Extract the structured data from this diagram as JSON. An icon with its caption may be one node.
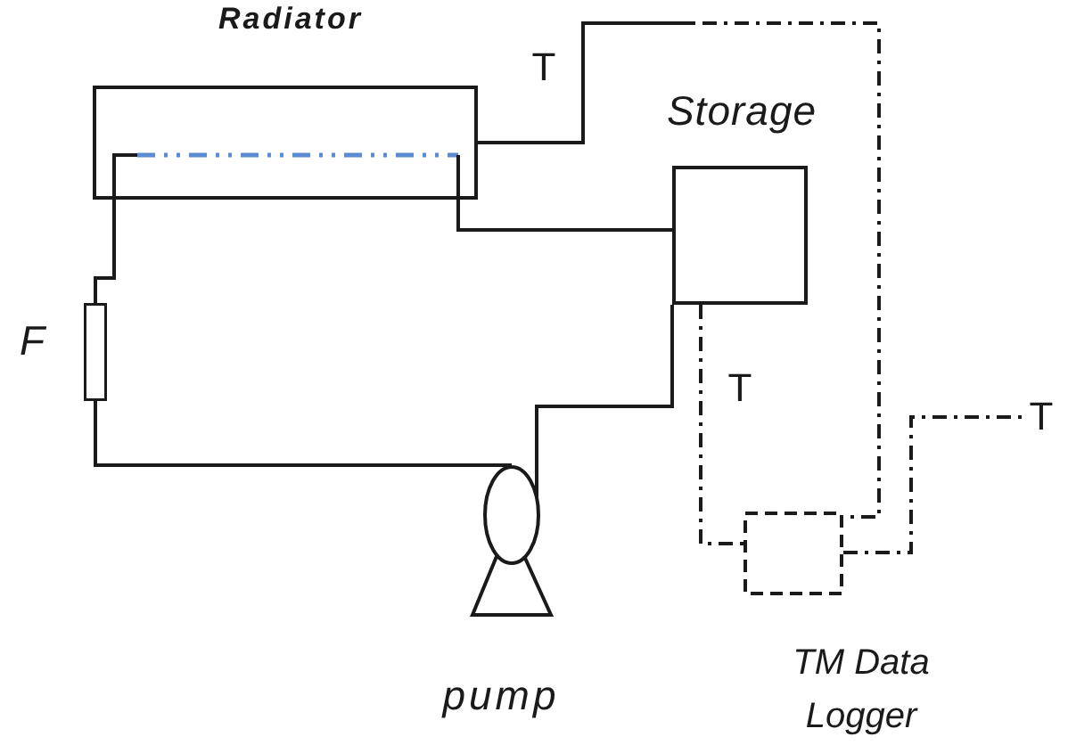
{
  "diagram": {
    "nodes": [
      {
        "text": [
          "Radiator"
        ]
      },
      {
        "text": [
          "Storage"
        ]
      },
      {
        "text": [
          "F"
        ]
      },
      {
        "text": [
          "pump"
        ]
      },
      {
        "text": [
          "TM Data Logger"
        ]
      },
      {
        "text": [
          "T"
        ]
      }
    ],
    "edges": [
      {
        "from": 2,
        "to": 0,
        "arrow": "none"
      },
      {
        "from": 0,
        "to": 1,
        "arrow": "none"
      },
      {
        "from": 1,
        "to": 3,
        "arrow": "none"
      },
      {
        "from": 3,
        "to": 2,
        "arrow": "none"
      },
      {
        "from": 0,
        "to": 4,
        "arrow": "none",
        "label": "T",
        "style": "dashed"
      },
      {
        "from": 1,
        "to": 4,
        "arrow": "none",
        "label": "T",
        "style": "dashed"
      },
      {
        "from": 4,
        "to": 5,
        "arrow": "none",
        "style": "dashed"
      }
    ]
  }
}
